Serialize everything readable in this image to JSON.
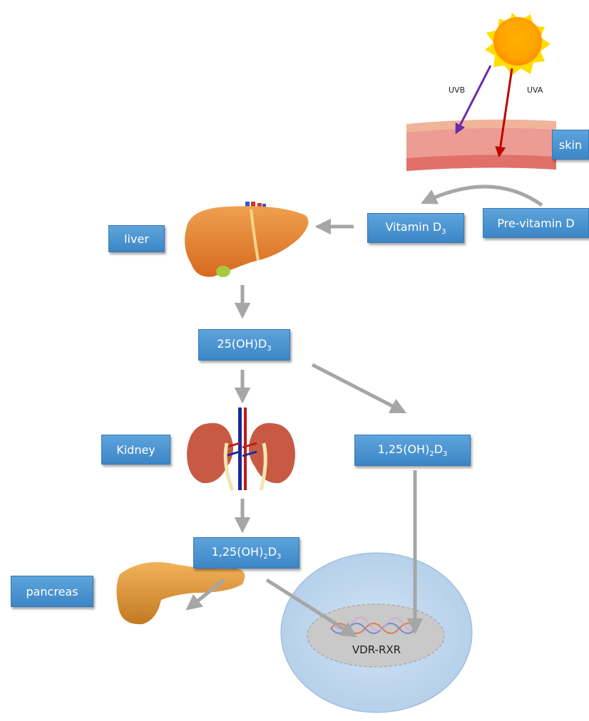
{
  "radiation": {
    "uvb": "UVB",
    "uva": "UVA"
  },
  "boxes": {
    "skin": "skin",
    "previtamin": "Pre-vitamin D",
    "vitamin_d3": {
      "base": "Vitamin D",
      "sub": "3"
    },
    "liver": "liver",
    "hydroxy": {
      "base": "25(OH)D",
      "sub": "3"
    },
    "kidney": "Kidney",
    "calcitriol_right": {
      "pre": "1,25(OH)",
      "sub1": "2",
      "mid": "D",
      "sub2": "3"
    },
    "calcitriol_bottom": {
      "pre": "1,25(OH)",
      "sub1": "2",
      "mid": "D",
      "sub2": "3"
    },
    "pancreas": "pancreas"
  },
  "nucleus": {
    "label": "VDR-RXR"
  },
  "colors": {
    "box": "#4a94d2",
    "arrow": "#a6a6a6",
    "uvb": "#6a2ca8",
    "uva": "#c00000",
    "nucleus": "#bdd7ee",
    "sun": "#ffcc00"
  },
  "icons": [
    "sun-icon",
    "skin-layers-icon",
    "liver-icon",
    "kidney-icon",
    "pancreas-icon",
    "dna-icon"
  ]
}
